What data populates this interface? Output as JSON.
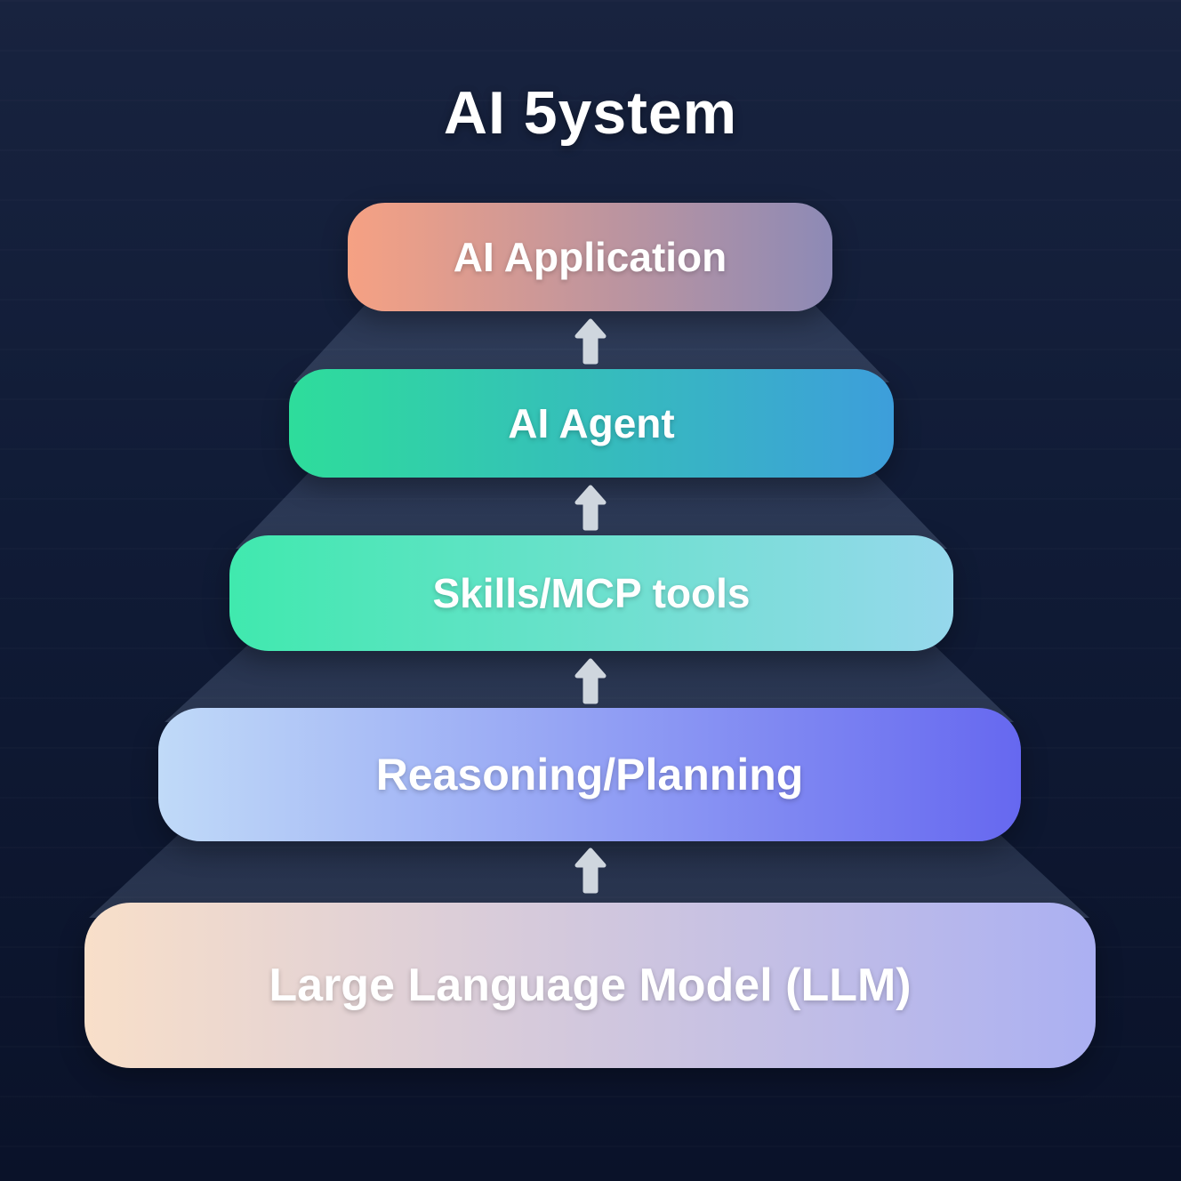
{
  "title": "AI 5ystem",
  "background": {
    "top": "#18233f",
    "bottom": "#0a1229"
  },
  "arrow_color": "#cfd6de",
  "arrow_icon": "up-arrow",
  "layers": [
    {
      "label": "AI Application",
      "gradient_from": "#f6a183",
      "gradient_to": "#8d8ab6"
    },
    {
      "label": "AI Agent",
      "gradient_from": "#2edd9b",
      "gradient_to": "#3d9edb"
    },
    {
      "label": "Skills/MCP tools",
      "gradient_from": "#40e9ae",
      "gradient_to": "#96d8ec"
    },
    {
      "label": "Reasoning/Planning",
      "gradient_from": "#c0daf8",
      "gradient_to": "#6668f0"
    },
    {
      "label": "Large Language Model (LLM)",
      "gradient_from": "#f8dfc9",
      "gradient_to": "#abb0f2"
    }
  ]
}
